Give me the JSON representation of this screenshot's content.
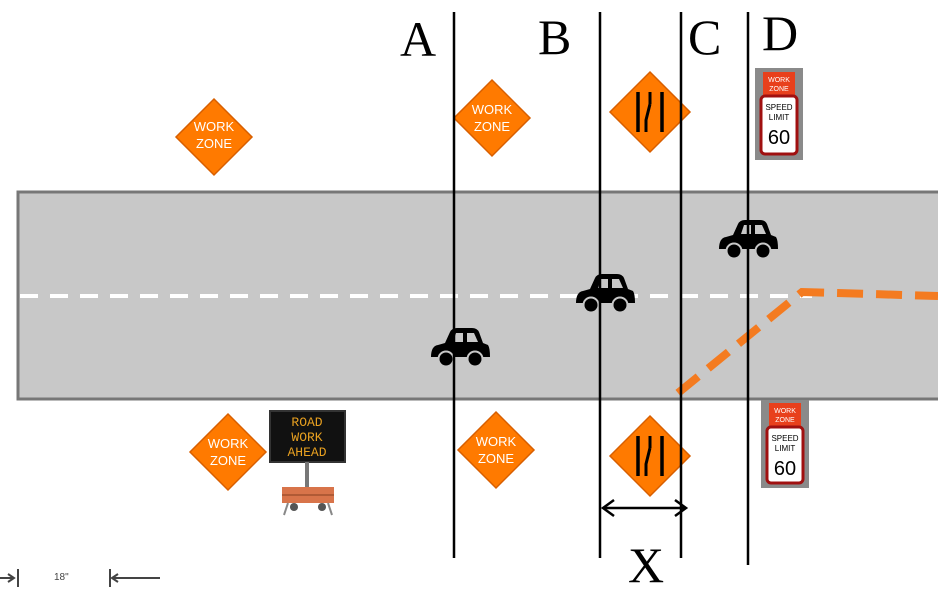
{
  "sign_texts": {
    "work_zone_line1": "WORK",
    "work_zone_line2": "ZONE",
    "speed_header1": "WORK",
    "speed_header2": "ZONE",
    "speed_line1": "SPEED",
    "speed_line2": "LIMIT",
    "speed_value": "60",
    "vms_line1": "ROAD",
    "vms_line2": "WORK",
    "vms_line3": "AHEAD"
  },
  "labels": {
    "a": "A",
    "b": "B",
    "c": "C",
    "d": "D",
    "x": "X"
  },
  "corner_dimension": "18\"",
  "colors": {
    "road": "#c8c8c8",
    "road_edge": "#777777",
    "sign_orange": "#ff7a00",
    "taper_orange": "#f47b20",
    "speed_header": "#e8401c",
    "vms_text": "#e8a020"
  }
}
